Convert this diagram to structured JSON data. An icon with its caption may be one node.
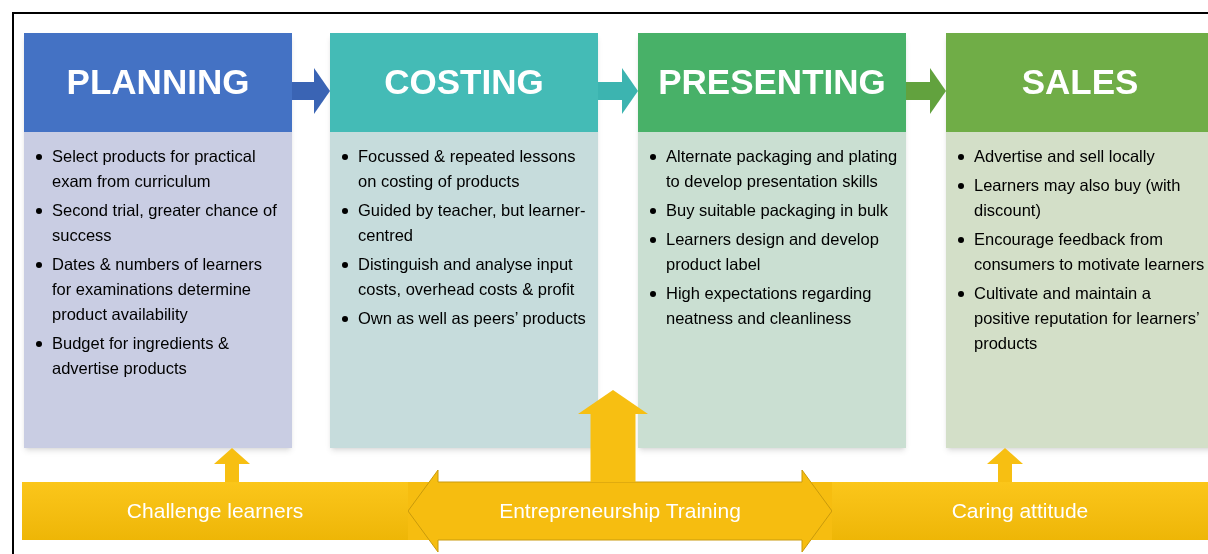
{
  "diagram": {
    "nodes": [
      {
        "text": [
          "PLANNING",
          "Select products for practical  exam from curriculum",
          "Second trial, greater chance of success",
          "Dates & numbers of learners for examinations determine product availability",
          "Budget for ingredients & advertise products"
        ]
      },
      {
        "text": [
          "COSTING",
          "Focussed & repeated lessons on costing of products",
          "Guided by teacher, but learner-centred",
          "Distinguish and analyse input costs, overhead costs & profit",
          "Own as well as peers’ products"
        ]
      },
      {
        "text": [
          "PRESENTING",
          "Alternate packaging and plating to develop presentation skills",
          "Buy suitable packaging in bulk",
          "Learners  design and develop product label",
          "High expectations regarding neatness and cleanliness"
        ]
      },
      {
        "text": [
          "SALES",
          "Advertise and sell locally",
          "Learners may also buy (with discount)",
          "Encourage feedback from consumers to motivate learners",
          "Cultivate and maintain a positive reputation for learners’ products"
        ]
      },
      {
        "text": [
          "Challenge learners"
        ]
      },
      {
        "text": [
          "Entrepreneurship Training"
        ]
      },
      {
        "text": [
          "Caring attitude"
        ]
      }
    ],
    "edges": [
      {
        "from": 0,
        "to": 1,
        "arrow": "to",
        "color": "#3a64b4"
      },
      {
        "from": 1,
        "to": 2,
        "arrow": "to",
        "color": "#3cb4b0"
      },
      {
        "from": 2,
        "to": 3,
        "arrow": "to",
        "color": "#62a23e"
      },
      {
        "from": 4,
        "to": 0,
        "arrow": "to",
        "color": "#f7bf12"
      },
      {
        "from": 5,
        "to": 2,
        "arrow": "to",
        "color": "#f7bf12",
        "style": "thick"
      },
      {
        "from": 6,
        "to": 3,
        "arrow": "to",
        "color": "#f7bf12"
      }
    ]
  }
}
